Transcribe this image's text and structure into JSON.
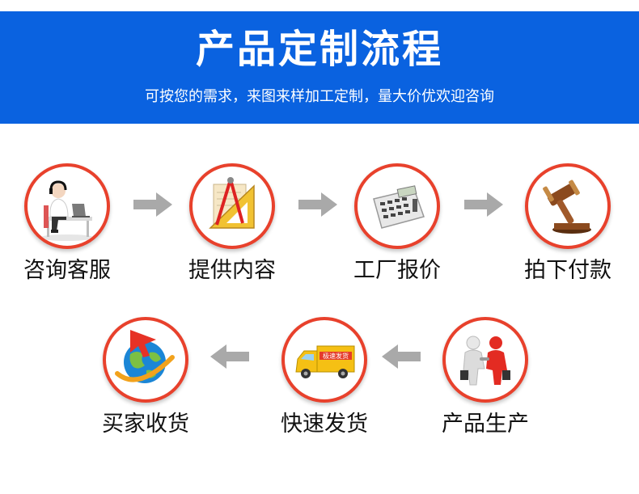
{
  "header": {
    "title": "产品定制流程",
    "subtitle": "可按您的需求，来图来样加工定制，量大价优欢迎咨询"
  },
  "colors": {
    "banner": "#0a62e0",
    "circle_border": "#e8412c",
    "arrow": "#a9a9a9"
  },
  "steps": [
    {
      "label": "咨询客服",
      "icon": "customer-service-icon"
    },
    {
      "label": "提供内容",
      "icon": "drafting-tools-icon"
    },
    {
      "label": "工厂报价",
      "icon": "calculator-icon"
    },
    {
      "label": "拍下付款",
      "icon": "gavel-icon"
    },
    {
      "label": "产品生产",
      "icon": "handshake-icon"
    },
    {
      "label": "快速发货",
      "icon": "delivery-truck-icon"
    },
    {
      "label": "买家收货",
      "icon": "globe-icon"
    }
  ],
  "truck_text": "极速发货"
}
